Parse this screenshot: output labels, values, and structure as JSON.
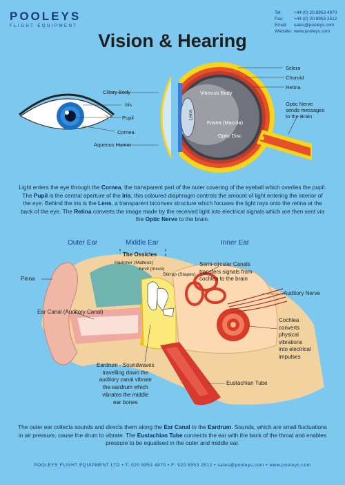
{
  "brand": {
    "name": "POOLEYS",
    "tagline": "FLIGHT EQUIPMENT"
  },
  "contact": [
    {
      "key": "Tel:",
      "value": "+44 (0) 20 8953 4870"
    },
    {
      "key": "Fax:",
      "value": "+44 (0) 20 8953 2512"
    },
    {
      "key": "Email:",
      "value": "sales@pooleys.com"
    },
    {
      "key": "Website:",
      "value": "www.pooleys.com"
    }
  ],
  "title": "Vision & Hearing",
  "eye_labels": {
    "ciliary": "Ciliary Body",
    "iris": "Iris",
    "pupil": "Pupil",
    "cornea": "Cornea",
    "aqueous": "Aqueous Humor",
    "sclera": "Sclera",
    "choroid": "Choroid",
    "retina": "Retina",
    "vitreous": "Vitreous Body",
    "lens": "Lens",
    "fovea": "Fovea (Macula)",
    "optic_disc": "Optic Disc",
    "optic_nerve": [
      "Optic Nerve",
      "sends messages",
      "to the Brain"
    ]
  },
  "eye_text": {
    "t1": "Light enters the eye through the ",
    "cornea": "Cornea",
    "t2": ", the transparent part of the outer covering of the eyeball which overlies the pupil.  The ",
    "pupil": "Pupil",
    "t3": " is the central aperture of the ",
    "iris": "Iris",
    "t4": ", this coloured diaphragm controls the amount of light entering the interior of the eye.  Behind the iris is the ",
    "lens": "Lens",
    "t5": ", a transparent biconvex structure which focuses the light rays onto the retina at the back of the eye.  The ",
    "retina": "Retina",
    "t6": " converts the image made by the received light into electrical signals which are then sent via the ",
    "optic": "Optic Nerve",
    "t7": " to the brain."
  },
  "ear_sections": {
    "outer": "Outer Ear",
    "middle": "Middle Ear",
    "inner": "Inner Ear"
  },
  "ear_labels": {
    "ossicles": "The Ossicles",
    "hammer": "Hammer (Malleus)",
    "anvil": "Anvil (Incus)",
    "stirrup": "Stirrup (Stapes)",
    "canals": [
      "Semi-circular Canals",
      "transfers signals from",
      "cochlea to the brain"
    ],
    "pinna": "Pinna",
    "ear_canal": "Ear Canal (Auditory Canal)",
    "auditory_nerve": "Auditory Nerve",
    "cochlea": [
      "Cochlea",
      "converts",
      "physical",
      "vibrations",
      "into electrical",
      "impulses"
    ],
    "eardrum": [
      "Eardrum - Soundwaves",
      "travelling  down the",
      "auditory canal vibrate",
      "the eardrum which",
      "vibrates the  middle",
      "ear bones"
    ],
    "eustachian": "Eustachian Tube"
  },
  "ear_text": {
    "t1": "The outer ear collects sounds and directs them along the ",
    "canal": "Ear Canal",
    "t2": " to the ",
    "drum": "Eardrum",
    "t3": ".  Sounds, which are small fluctuations in air pressure, cause the drum to vibrate.  The ",
    "tube": "Eustachian Tube",
    "t4": " connects the ear with the back of the throat and enables pressure to be equalised in the outer and middle ear."
  },
  "footer": "POOLEYS FLIGHT EQUIPMENT LTD  •  T: 020 8953 4870  •  F: 020 8953 2512  •  sales@pooleys.com  •  www.pooleys.com"
}
